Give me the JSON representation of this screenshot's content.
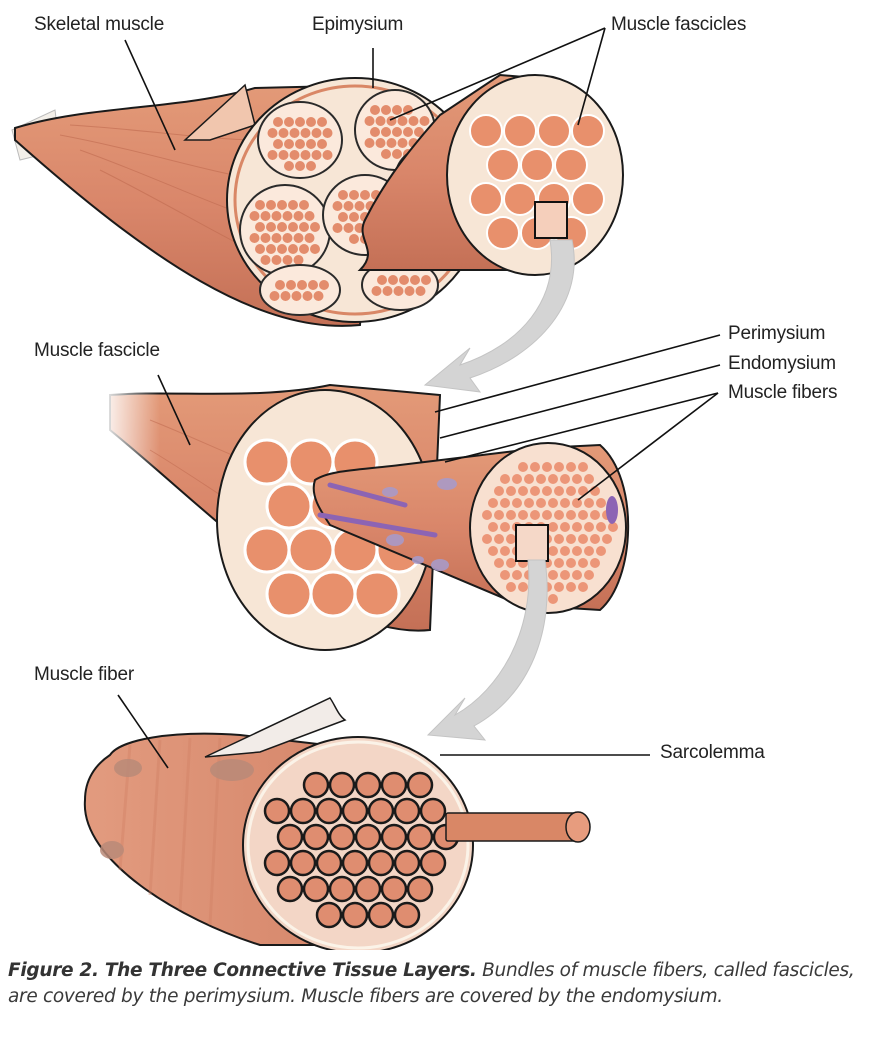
{
  "figure": {
    "labels": {
      "skeletal_muscle": "Skeletal muscle",
      "epimysium": "Epimysium",
      "muscle_fascicles": "Muscle fascicles",
      "muscle_fascicle": "Muscle fascicle",
      "perimysium": "Perimysium",
      "endomysium": "Endomysium",
      "muscle_fibers": "Muscle fibers",
      "muscle_fiber": "Muscle fiber",
      "sarcolemma": "Sarcolemma"
    },
    "colors": {
      "muscle": "#d98766",
      "muscle_dark": "#b9654a",
      "fascicle_fill": "#e8906c",
      "connective": "#f7e6d6",
      "outline": "#1a1a1a",
      "arrow": "#d4d4d4",
      "vessel_blue": "#1f4f9c",
      "vessel_red": "#b02a20",
      "nerve_yellow": "#e8b83a",
      "nucleus_purple": "#8c64b4"
    }
  },
  "caption": {
    "title": "Figure 2. The Three Connective Tissue Layers.",
    "text": " Bundles of muscle fibers, called fascicles, are covered by the perimysium. Muscle fibers are covered by the endomysium."
  }
}
